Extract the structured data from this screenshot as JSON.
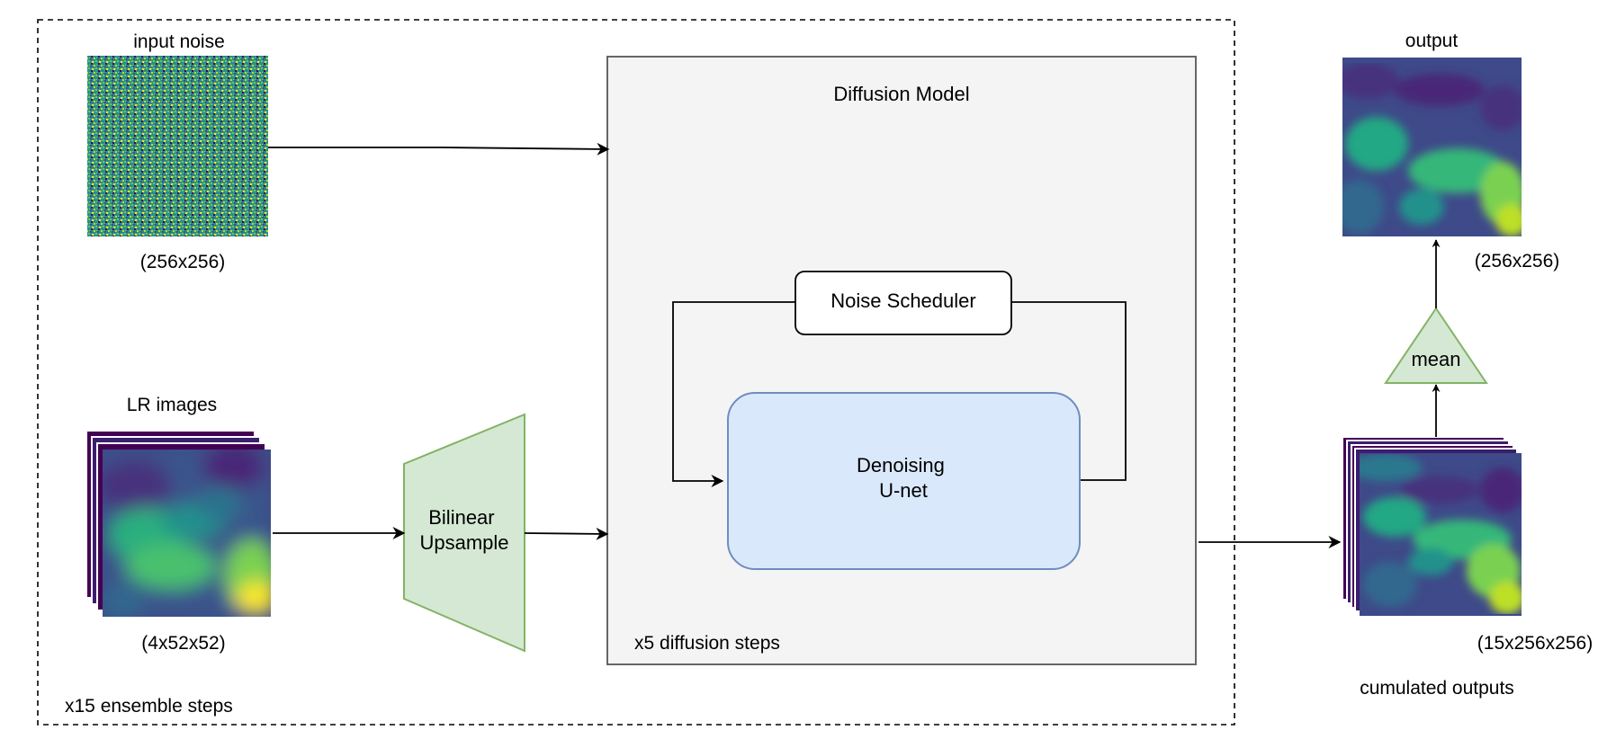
{
  "ensemble": {
    "label": "x15 ensemble steps"
  },
  "noise": {
    "title": "input noise",
    "size": "(256x256)"
  },
  "lr": {
    "title": "LR images",
    "size": "(4x52x52)"
  },
  "upsample": {
    "line1": "Bilinear",
    "line2": "Upsample"
  },
  "model": {
    "title": "Diffusion Model",
    "scheduler": "Noise Scheduler",
    "unet_line1": "Denoising",
    "unet_line2": "U-net",
    "steps_label": "x5 diffusion steps"
  },
  "outputs": {
    "label": "cumulated outputs",
    "size": "(15x256x256)"
  },
  "mean": {
    "label": "mean"
  },
  "final": {
    "title": "output",
    "size": "(256x256)"
  },
  "colors": {
    "model_fill": "#f4f4f4",
    "model_stroke": "#666666",
    "unet_fill": "#dae8fc",
    "unet_stroke": "#6c8ebf",
    "green_fill": "#d5e8d4",
    "green_stroke": "#82b366",
    "stack_edge": "#3b1e6e"
  }
}
